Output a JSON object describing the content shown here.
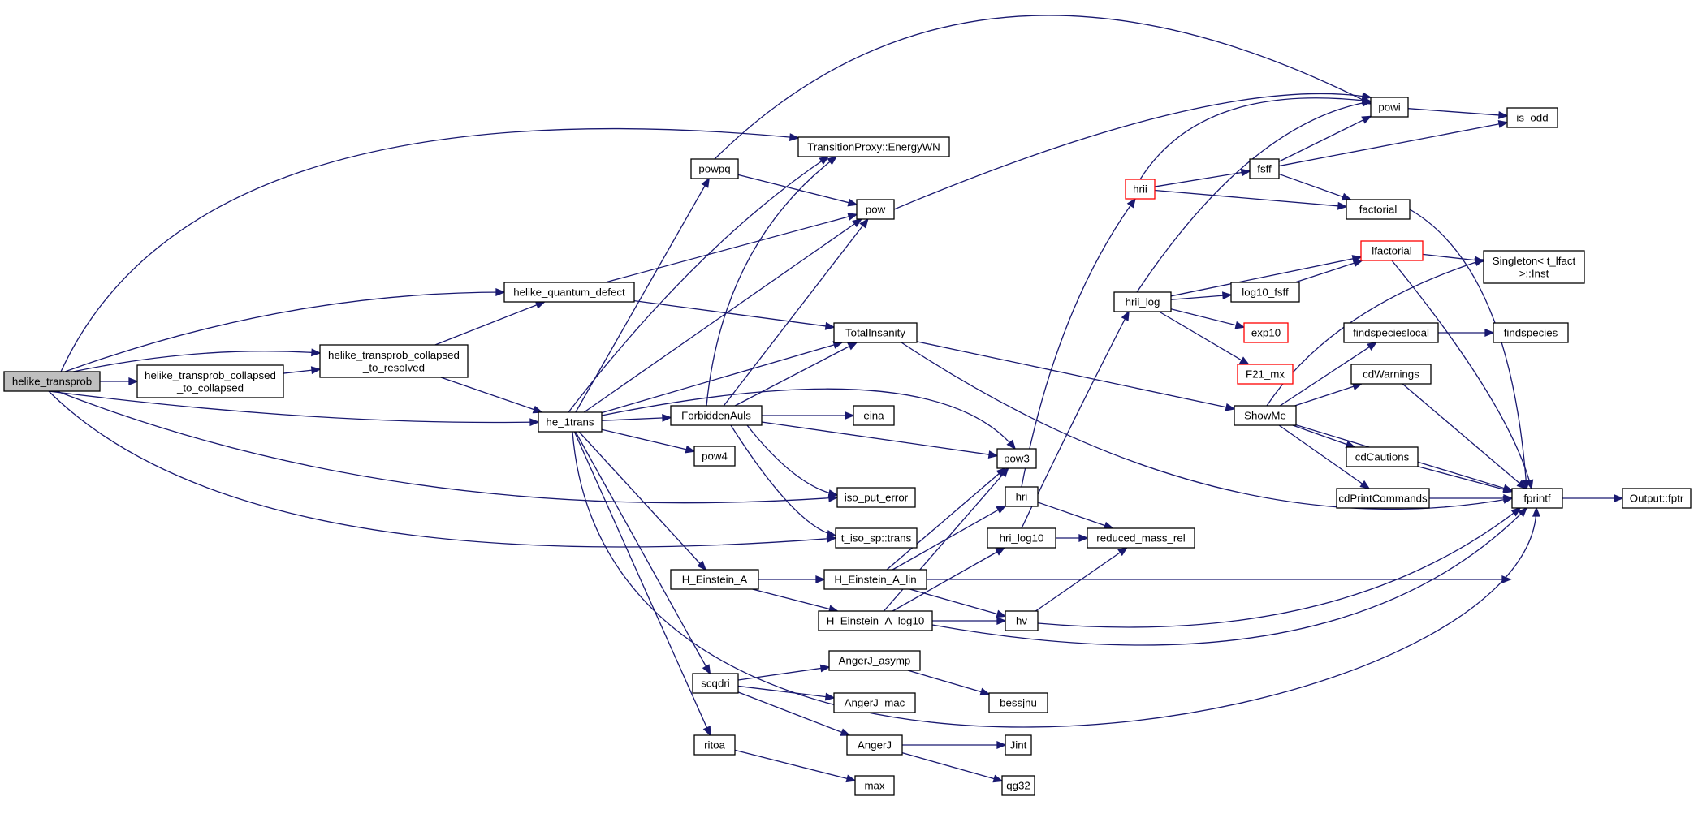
{
  "graph": {
    "root": "helike_transprob",
    "nodes": [
      {
        "id": "helike_transprob",
        "lines": [
          "helike_transprob"
        ],
        "style": "root"
      },
      {
        "id": "c2c",
        "lines": [
          "helike_transprob_collapsed",
          "_to_collapsed"
        ],
        "style": "normal"
      },
      {
        "id": "c2r",
        "lines": [
          "helike_transprob_collapsed",
          "_to_resolved"
        ],
        "style": "normal"
      },
      {
        "id": "hqd",
        "lines": [
          "helike_quantum_defect"
        ],
        "style": "normal"
      },
      {
        "id": "he1",
        "lines": [
          "he_1trans"
        ],
        "style": "normal"
      },
      {
        "id": "powpq",
        "lines": [
          "powpq"
        ],
        "style": "normal"
      },
      {
        "id": "tpe",
        "lines": [
          "TransitionProxy::EnergyWN"
        ],
        "style": "normal"
      },
      {
        "id": "pow",
        "lines": [
          "pow"
        ],
        "style": "normal"
      },
      {
        "id": "tot",
        "lines": [
          "TotalInsanity"
        ],
        "style": "normal"
      },
      {
        "id": "fa",
        "lines": [
          "ForbiddenAuls"
        ],
        "style": "normal"
      },
      {
        "id": "eina",
        "lines": [
          "eina"
        ],
        "style": "normal"
      },
      {
        "id": "pow4",
        "lines": [
          "pow4"
        ],
        "style": "normal"
      },
      {
        "id": "pow3",
        "lines": [
          "pow3"
        ],
        "style": "normal"
      },
      {
        "id": "ipe",
        "lines": [
          "iso_put_error"
        ],
        "style": "normal"
      },
      {
        "id": "tis",
        "lines": [
          "t_iso_sp::trans"
        ],
        "style": "normal"
      },
      {
        "id": "hea",
        "lines": [
          "H_Einstein_A"
        ],
        "style": "normal"
      },
      {
        "id": "healin",
        "lines": [
          "H_Einstein_A_lin"
        ],
        "style": "normal"
      },
      {
        "id": "healog",
        "lines": [
          "H_Einstein_A_log10"
        ],
        "style": "normal"
      },
      {
        "id": "scqdri",
        "lines": [
          "scqdri"
        ],
        "style": "normal"
      },
      {
        "id": "ritoa",
        "lines": [
          "ritoa"
        ],
        "style": "normal"
      },
      {
        "id": "aja",
        "lines": [
          "AngerJ_asymp"
        ],
        "style": "normal"
      },
      {
        "id": "ajm",
        "lines": [
          "AngerJ_mac"
        ],
        "style": "normal"
      },
      {
        "id": "aj",
        "lines": [
          "AngerJ"
        ],
        "style": "normal"
      },
      {
        "id": "max",
        "lines": [
          "max"
        ],
        "style": "normal"
      },
      {
        "id": "bessjnu",
        "lines": [
          "bessjnu"
        ],
        "style": "normal"
      },
      {
        "id": "jint",
        "lines": [
          "Jint"
        ],
        "style": "normal"
      },
      {
        "id": "qg32",
        "lines": [
          "qg32"
        ],
        "style": "normal"
      },
      {
        "id": "hri",
        "lines": [
          "hri"
        ],
        "style": "normal"
      },
      {
        "id": "hrilog10",
        "lines": [
          "hri_log10"
        ],
        "style": "normal"
      },
      {
        "id": "hv",
        "lines": [
          "hv"
        ],
        "style": "normal"
      },
      {
        "id": "rmr",
        "lines": [
          "reduced_mass_rel"
        ],
        "style": "normal"
      },
      {
        "id": "hrii",
        "lines": [
          "hrii"
        ],
        "style": "red"
      },
      {
        "id": "hriilog",
        "lines": [
          "hrii_log"
        ],
        "style": "normal"
      },
      {
        "id": "fsff",
        "lines": [
          "fsff"
        ],
        "style": "normal"
      },
      {
        "id": "log10fsff",
        "lines": [
          "log10_fsff"
        ],
        "style": "normal"
      },
      {
        "id": "exp10",
        "lines": [
          "exp10"
        ],
        "style": "red"
      },
      {
        "id": "f21",
        "lines": [
          "F21_mx"
        ],
        "style": "red"
      },
      {
        "id": "powi",
        "lines": [
          "powi"
        ],
        "style": "normal"
      },
      {
        "id": "isodd",
        "lines": [
          "is_odd"
        ],
        "style": "normal"
      },
      {
        "id": "factorial",
        "lines": [
          "factorial"
        ],
        "style": "normal"
      },
      {
        "id": "lfactorial",
        "lines": [
          "lfactorial"
        ],
        "style": "red"
      },
      {
        "id": "singleton",
        "lines": [
          "Singleton< t_lfact",
          " >::Inst"
        ],
        "style": "normal"
      },
      {
        "id": "fsl",
        "lines": [
          "findspecieslocal"
        ],
        "style": "normal"
      },
      {
        "id": "fs",
        "lines": [
          "findspecies"
        ],
        "style": "normal"
      },
      {
        "id": "cdw",
        "lines": [
          "cdWarnings"
        ],
        "style": "normal"
      },
      {
        "id": "showme",
        "lines": [
          "ShowMe"
        ],
        "style": "normal"
      },
      {
        "id": "cdc",
        "lines": [
          "cdCautions"
        ],
        "style": "normal"
      },
      {
        "id": "cdp",
        "lines": [
          "cdPrintCommands"
        ],
        "style": "normal"
      },
      {
        "id": "fprintf",
        "lines": [
          "fprintf"
        ],
        "style": "normal"
      },
      {
        "id": "fptr",
        "lines": [
          "Output::fptr"
        ],
        "style": "normal"
      }
    ],
    "edges": [
      [
        "helike_transprob",
        "tpe"
      ],
      [
        "helike_transprob",
        "hqd"
      ],
      [
        "helike_transprob",
        "c2r"
      ],
      [
        "helike_transprob",
        "c2c"
      ],
      [
        "helike_transprob",
        "he1"
      ],
      [
        "helike_transprob",
        "ipe"
      ],
      [
        "helike_transprob",
        "tis"
      ],
      [
        "c2c",
        "c2r"
      ],
      [
        "c2r",
        "hqd"
      ],
      [
        "c2r",
        "he1"
      ],
      [
        "hqd",
        "pow"
      ],
      [
        "hqd",
        "tot"
      ],
      [
        "he1",
        "powpq"
      ],
      [
        "he1",
        "tpe"
      ],
      [
        "he1",
        "pow"
      ],
      [
        "he1",
        "tot"
      ],
      [
        "he1",
        "fa"
      ],
      [
        "he1",
        "pow3"
      ],
      [
        "he1",
        "pow4"
      ],
      [
        "he1",
        "hea"
      ],
      [
        "he1",
        "scqdri"
      ],
      [
        "he1",
        "ritoa"
      ],
      [
        "he1",
        "fprintf"
      ],
      [
        "powpq",
        "powi"
      ],
      [
        "powpq",
        "pow"
      ],
      [
        "pow",
        "powi"
      ],
      [
        "fa",
        "tpe"
      ],
      [
        "fa",
        "pow"
      ],
      [
        "fa",
        "tot"
      ],
      [
        "fa",
        "eina"
      ],
      [
        "fa",
        "pow3"
      ],
      [
        "fa",
        "ipe"
      ],
      [
        "fa",
        "tis"
      ],
      [
        "hea",
        "healin"
      ],
      [
        "hea",
        "healog"
      ],
      [
        "healin",
        "pow3"
      ],
      [
        "healin",
        "hri"
      ],
      [
        "healin",
        "hv"
      ],
      [
        "healin",
        "fprintf"
      ],
      [
        "healog",
        "pow3"
      ],
      [
        "healog",
        "hrilog10"
      ],
      [
        "healog",
        "hv"
      ],
      [
        "healog",
        "fprintf"
      ],
      [
        "scqdri",
        "aja"
      ],
      [
        "scqdri",
        "ajm"
      ],
      [
        "scqdri",
        "aj"
      ],
      [
        "aja",
        "bessjnu"
      ],
      [
        "aj",
        "jint"
      ],
      [
        "aj",
        "qg32"
      ],
      [
        "ritoa",
        "max"
      ],
      [
        "tot",
        "showme"
      ],
      [
        "tot",
        "fprintf"
      ],
      [
        "hri",
        "hrii"
      ],
      [
        "hri",
        "rmr"
      ],
      [
        "hrilog10",
        "hriilog"
      ],
      [
        "hrilog10",
        "rmr"
      ],
      [
        "hv",
        "rmr"
      ],
      [
        "hv",
        "fprintf"
      ],
      [
        "hrii",
        "powi"
      ],
      [
        "hrii",
        "fsff"
      ],
      [
        "hrii",
        "factorial"
      ],
      [
        "hriilog",
        "powi"
      ],
      [
        "hriilog",
        "lfactorial"
      ],
      [
        "hriilog",
        "log10fsff"
      ],
      [
        "hriilog",
        "exp10"
      ],
      [
        "hriilog",
        "f21"
      ],
      [
        "log10fsff",
        "lfactorial"
      ],
      [
        "fsff",
        "powi"
      ],
      [
        "fsff",
        "isodd"
      ],
      [
        "fsff",
        "factorial"
      ],
      [
        "powi",
        "isodd"
      ],
      [
        "factorial",
        "fprintf"
      ],
      [
        "lfactorial",
        "singleton"
      ],
      [
        "lfactorial",
        "fprintf"
      ],
      [
        "showme",
        "singleton"
      ],
      [
        "showme",
        "fsl"
      ],
      [
        "showme",
        "cdw"
      ],
      [
        "showme",
        "cdc"
      ],
      [
        "showme",
        "cdp"
      ],
      [
        "showme",
        "fprintf"
      ],
      [
        "fsl",
        "fs"
      ],
      [
        "cdw",
        "fprintf"
      ],
      [
        "cdc",
        "fprintf"
      ],
      [
        "cdp",
        "fprintf"
      ],
      [
        "fprintf",
        "fptr"
      ]
    ]
  }
}
